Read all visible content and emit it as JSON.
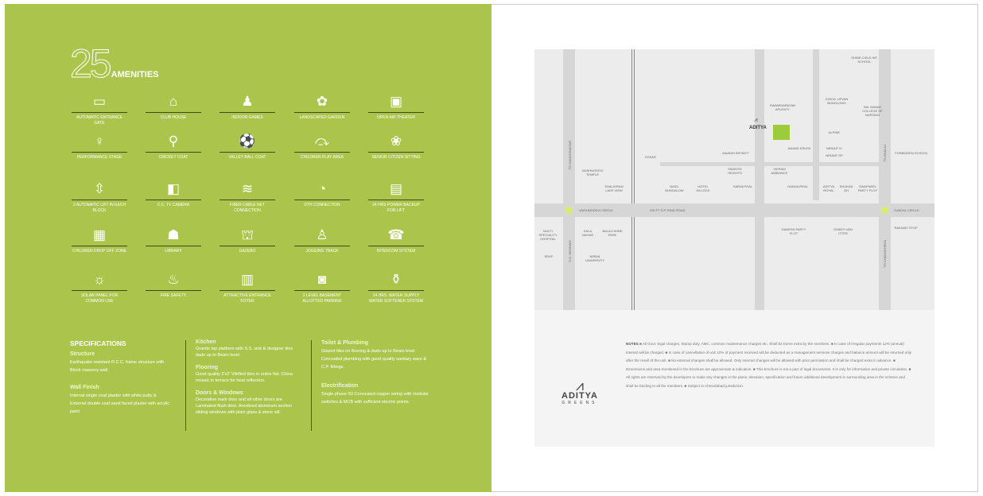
{
  "amenities": {
    "count": "25",
    "heading": "AMENITIES",
    "items": [
      {
        "label": "Automatic Entrance Gate",
        "icon": "gate-icon"
      },
      {
        "label": "Club House",
        "icon": "house-icon"
      },
      {
        "label": "Indoor Games",
        "icon": "indoor-games-icon"
      },
      {
        "label": "Landscaped Garden",
        "icon": "flower-icon"
      },
      {
        "label": "Open Air Theater",
        "icon": "theater-icon"
      },
      {
        "label": "Performance Stage",
        "icon": "dancer-icon"
      },
      {
        "label": "Cricket Coat",
        "icon": "cricket-icon"
      },
      {
        "label": "Valley Ball Coat",
        "icon": "volleyball-icon"
      },
      {
        "label": "Children Play Area",
        "icon": "swing-icon"
      },
      {
        "label": "Senior Citizen Sitting",
        "icon": "bench-icon"
      },
      {
        "label": "2 Automatic Lift in Each Block",
        "icon": "lift-icon"
      },
      {
        "label": "C.C. TV Camera",
        "icon": "cctv-icon"
      },
      {
        "label": "Fiber Cable Net Connection",
        "icon": "wifi-icon"
      },
      {
        "label": "DTH Connection",
        "icon": "satellite-dish-icon"
      },
      {
        "label": "24 Hrs Power Backup for Lift",
        "icon": "generator-icon"
      },
      {
        "label": "Children Drop Off Zone",
        "icon": "bus-icon"
      },
      {
        "label": "Library",
        "icon": "reading-icon"
      },
      {
        "label": "Gazebo",
        "icon": "gazebo-icon"
      },
      {
        "label": "Jogging Track",
        "icon": "walking-icon"
      },
      {
        "label": "Intercom System",
        "icon": "phone-icon"
      },
      {
        "label": "Solar Panel for Common Use",
        "icon": "solar-panel-icon"
      },
      {
        "label": "Fire Safety",
        "icon": "fire-icon"
      },
      {
        "label": "Attractive Entrance Foyer",
        "icon": "foyer-icon"
      },
      {
        "label": "2 Level Basement Allotted Parking",
        "icon": "car-icon"
      },
      {
        "label": "24 Hrs. Water Supply Water Softener System",
        "icon": "tap-icon"
      }
    ]
  },
  "specifications": {
    "heading": "SPECIFICATIONS",
    "structure": {
      "title": "Structure",
      "text": "Earthquake resistant R.C.C. frame structure with Block masonry wall."
    },
    "wall_finish": {
      "title": "Wall Finish",
      "text": "Internal single coat plaster with white putty & External double coat sand faced plaster with acrylic paint."
    },
    "kitchen": {
      "title": "Kitchen",
      "text": "Granite top platform with S.S. sink & designer tiles dado up to Beam level."
    },
    "flooring": {
      "title": "Flooring",
      "text": "Good quality 2'x2' Vitrified tiles in entire flat. China mosaic in terrace for heat reflection."
    },
    "doors": {
      "title": "Doors & Windows",
      "text": "Decorative main door and all other doors are Laminated flush door. Anodized aluminum section sliding windows with plain glass & stone sill."
    },
    "toilet": {
      "title": "Toilet & Plumbing",
      "text": "Glazed tiles on flooring & dado up to Beam level. Concealed plumbing with good quality sanitary ware & C.P. fittings."
    },
    "electrification": {
      "title": "Electrification",
      "text": "Single phase ISI Concealed copper wiring with modular switches & MCB with sufficient electric points."
    }
  },
  "map": {
    "ring_road": "200 ft S.P. Ring Road",
    "vaishnodevi_circle": "Vaishnodevi Circle",
    "zundal_circle": "Zundal Circle",
    "to_gandhinagar": "To Gandhinagar",
    "to_sg_highway": "S.G. Highway",
    "to_chandkheda": "To Chandkheda",
    "to_adalaj": "To Adalaj",
    "landmarks": {
      "vaishnodevi_temple": "Vaishnodevi Temple",
      "shaligram": "Shaligram Lake View",
      "essar": "Essar",
      "basil": "Basil Bungalow",
      "hotel": "Hotel Hillock",
      "swastik": "Swastik Heights",
      "sarva": "Sarva Ryal",
      "aavash": "Aavash Infinity",
      "vikram": "Vikram Ambiance",
      "ganga": "Ganga Real",
      "swaminarayan": "Swaminarayan Aplenty",
      "anand": "Anand Krupa",
      "aditya_royal": "Aditya Royal",
      "shukan": "Shukan Oh",
      "swapneel": "Swapneel Party Plot",
      "gokul": "Gokul Upvan Bunglows",
      "sal": "Sal Nanak College of Nursing",
      "rivine": "Alpine",
      "nirant1": "Nirant IV",
      "nirant2": "Nirant SP",
      "shine": "Shine Child Int. School",
      "forbidden": "Forbidden School",
      "aditya_label": "ADITYA",
      "multi": "Multi Speciality Hospital",
      "bsvp": "BSVP",
      "kala": "Kala Nagar",
      "balaji": "Balaji Wind Park",
      "nirma": "Nirma University",
      "ganesh": "Ganesh Party Plot",
      "shanti": "Shanti Van Itter",
      "railway": "Railway Stop"
    },
    "project_color": "#9ccc3c"
  },
  "notes": {
    "label": "NOTES",
    "text": "■ All Govt. legal charges, Stamp duty, AMC, common maintenance charges etc. Shall be borne extra by the members. ■ In case of irregular payments 12% (annual) interest will be charged. ■ In case of cancellation of unit 10% of payment received will be deducted as a management services charges and balance amount will be returned only after the resell of the unit. ■ No external changes shall be allowed. Only internal changes will be allowed with prior permission and shall be charged extra in advance. ■ Dimensions and area mentioned in the brochure are approximate & indicative. ■ This brochure is not a part of legal documents. It is only for information and private circulation. ■ All rights are reserved by the developers to make any changes in the plans, elevation, specification and future additional development in surrounding area in the scheme and shall be binding to all the members. ■ Subject to Ahmedabad jurisdiction."
  },
  "logo": {
    "name": "ADITYA",
    "sub": "GREENS"
  },
  "colors": {
    "green": "#abc54c",
    "map_bg": "#ececec"
  }
}
